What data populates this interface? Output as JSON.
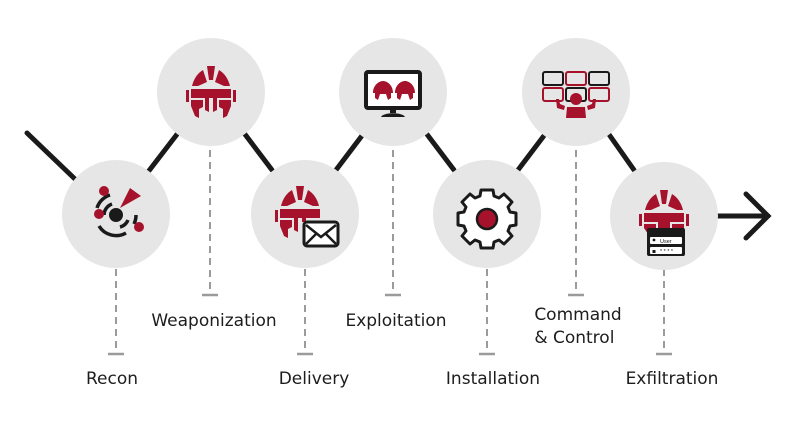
{
  "title": "Cyber Kill Chain",
  "colors": {
    "accent": "#a6122c",
    "dark": "#1a1a1a",
    "node_fill": "#e6e6e6",
    "leader": "#9b9b9b",
    "text": "#1d1d1d"
  },
  "stages": [
    {
      "id": "recon",
      "label": "Recon",
      "icon": "radar-icon"
    },
    {
      "id": "weaponization",
      "label": "Weaponization",
      "icon": "helmet-icon"
    },
    {
      "id": "delivery",
      "label": "Delivery",
      "icon": "helmet-envelope-icon"
    },
    {
      "id": "exploitation",
      "label": "Exploitation",
      "icon": "monitor-helmets-icon"
    },
    {
      "id": "installation",
      "label": "Installation",
      "icon": "gear-icon"
    },
    {
      "id": "command-control",
      "label": "Command\n& Control",
      "icon": "operator-screens-icon"
    },
    {
      "id": "exfiltration",
      "label": "Exfiltration",
      "icon": "helmet-login-icon"
    }
  ],
  "login_card": {
    "user_label": "User",
    "password_mask": "****"
  },
  "end_arrow": "arrow-right-icon"
}
